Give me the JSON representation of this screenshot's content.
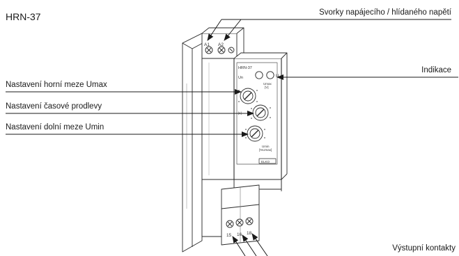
{
  "title": "HRN-37",
  "callouts": {
    "terminals_supply": "Svorky napájecího / hlídaného napětí",
    "indication": "Indikace",
    "upper_limit": "Nastavení horní meze Umax",
    "time_delay": "Nastavení časové prodlevy",
    "lower_limit": "Nastavení dolní meze Umin",
    "output_contacts": "Výstupní kontakty"
  },
  "device": {
    "model": "HRN-37",
    "terminal_a1": "A1",
    "terminal_a2": "A2",
    "terminal_15": "15",
    "terminal_16": "16",
    "terminal_18": "18",
    "led_un_label": "Un",
    "led_u_label": "U",
    "umax_label": "Umax",
    "umax_unit": "[V]",
    "delay_unit": "[s]",
    "umin_label": "Umin",
    "umin_unit": "[%Umax]",
    "brand": "ELKO"
  }
}
